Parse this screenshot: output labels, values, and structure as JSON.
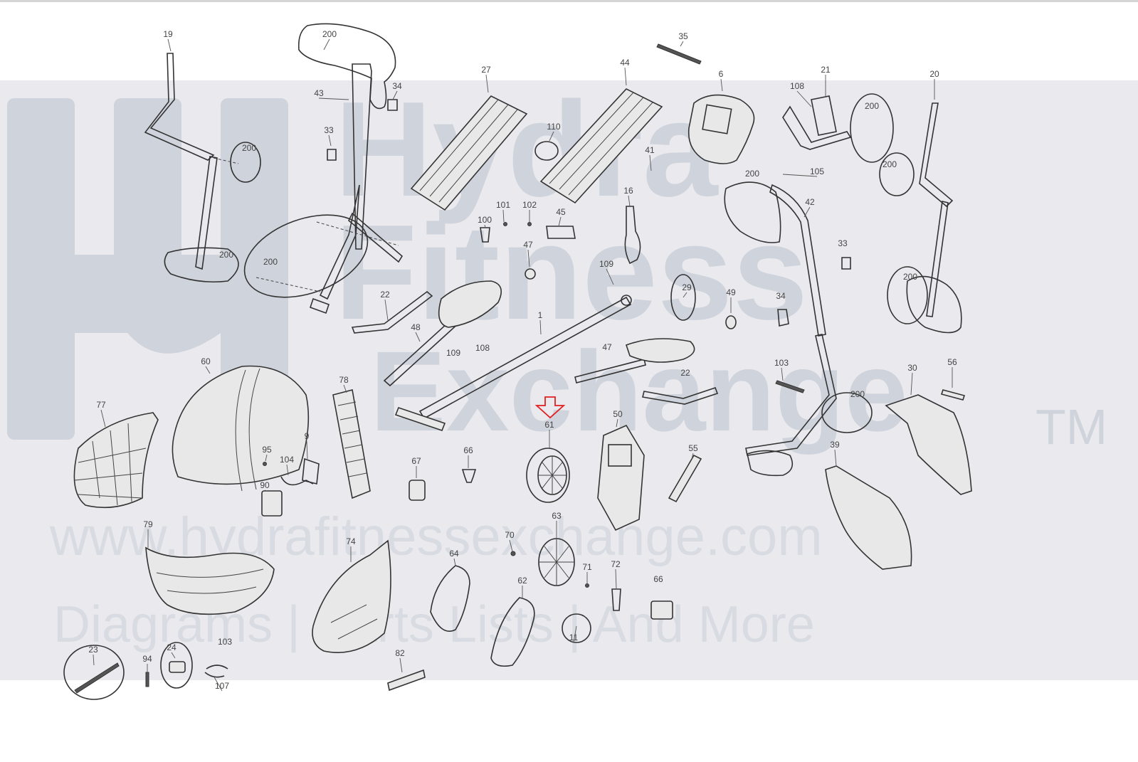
{
  "watermark": {
    "line1": "Hydra",
    "line2": "Fitness",
    "line3": "Exchange",
    "tm": "TM",
    "url": "www.hydrafitnessexchange.com",
    "tagline": "Diagrams | Parts Lists | And More"
  },
  "highlight": {
    "part": "61",
    "color": "#e02020"
  },
  "parts": [
    {
      "n": "19"
    },
    {
      "n": "200"
    },
    {
      "n": "43"
    },
    {
      "n": "34"
    },
    {
      "n": "33"
    },
    {
      "n": "27"
    },
    {
      "n": "110"
    },
    {
      "n": "44"
    },
    {
      "n": "35"
    },
    {
      "n": "6"
    },
    {
      "n": "108"
    },
    {
      "n": "21"
    },
    {
      "n": "20"
    },
    {
      "n": "41"
    },
    {
      "n": "105"
    },
    {
      "n": "42"
    },
    {
      "n": "16"
    },
    {
      "n": "101"
    },
    {
      "n": "102"
    },
    {
      "n": "100"
    },
    {
      "n": "45"
    },
    {
      "n": "47"
    },
    {
      "n": "109"
    },
    {
      "n": "29"
    },
    {
      "n": "49"
    },
    {
      "n": "22"
    },
    {
      "n": "48"
    },
    {
      "n": "1"
    },
    {
      "n": "103"
    },
    {
      "n": "56"
    },
    {
      "n": "30"
    },
    {
      "n": "60"
    },
    {
      "n": "77"
    },
    {
      "n": "78"
    },
    {
      "n": "95"
    },
    {
      "n": "104"
    },
    {
      "n": "9"
    },
    {
      "n": "90"
    },
    {
      "n": "67"
    },
    {
      "n": "66"
    },
    {
      "n": "61"
    },
    {
      "n": "50"
    },
    {
      "n": "55"
    },
    {
      "n": "39"
    },
    {
      "n": "79"
    },
    {
      "n": "74"
    },
    {
      "n": "64"
    },
    {
      "n": "63"
    },
    {
      "n": "70"
    },
    {
      "n": "71"
    },
    {
      "n": "72"
    },
    {
      "n": "62"
    },
    {
      "n": "11"
    },
    {
      "n": "23"
    },
    {
      "n": "94"
    },
    {
      "n": "24"
    },
    {
      "n": "107"
    },
    {
      "n": "82"
    }
  ]
}
